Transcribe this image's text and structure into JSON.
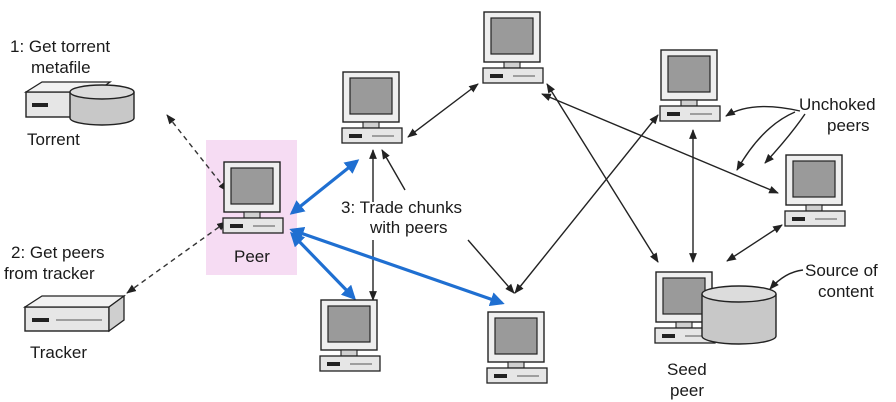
{
  "labels": {
    "step1_line1": "1: Get torrent",
    "step1_line2": "metafile",
    "torrent": "Torrent",
    "step2_line1": "2: Get peers",
    "step2_line2": "from tracker",
    "tracker": "Tracker",
    "peer": "Peer",
    "step3_line1": "3: Trade chunks",
    "step3_line2": "with peers",
    "unchoked_line1": "Unchoked",
    "unchoked_line2": "peers",
    "source_line1": "Source of",
    "source_line2": "content",
    "seed_line1": "Seed",
    "seed_line2": "peer"
  },
  "colors": {
    "peer_highlight": "#f6dcf3",
    "blue_arrow": "#1f6fd1",
    "black_arrow": "#222222",
    "monitor_frame": "#eeeeee",
    "screen": "#9a9a9a",
    "device_body": "#e6e6e6",
    "disk": "#c8c8c8"
  }
}
